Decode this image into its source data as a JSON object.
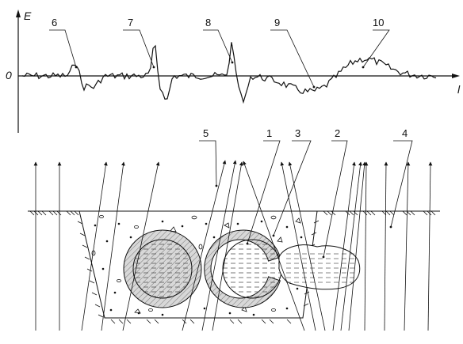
{
  "axis": {
    "y_label": "E",
    "origin_label": "0",
    "x_label": "l"
  },
  "labels": {
    "n1": "1",
    "n2": "2",
    "n3": "3",
    "n4": "4",
    "n5": "5",
    "n6": "6",
    "n7": "7",
    "n8": "8",
    "n9": "9",
    "n10": "10"
  },
  "colors": {
    "ink": "#111111",
    "pipe_wall": "#d0d0d0",
    "background": "#ffffff"
  }
}
